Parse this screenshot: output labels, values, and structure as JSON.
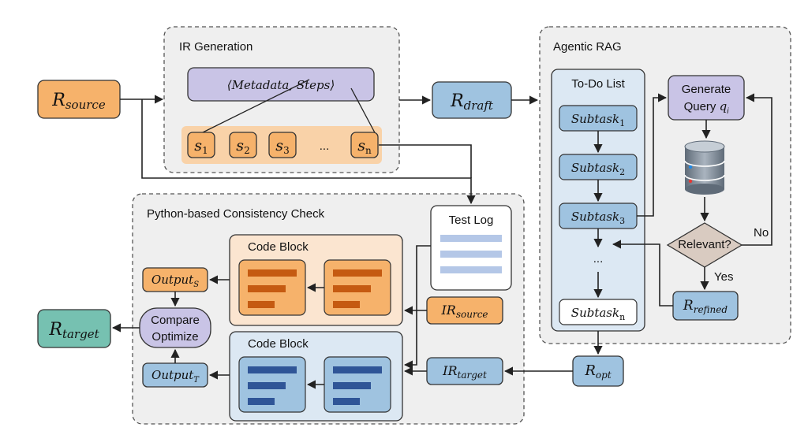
{
  "panels": {
    "ir_generation": "IR Generation",
    "agentic_rag": "Agentic RAG",
    "consistency_check": "Python-based Consistency Check"
  },
  "nodes": {
    "r_source": {
      "base": "R",
      "sub": "source"
    },
    "r_draft": {
      "base": "R",
      "sub": "draft"
    },
    "r_target": {
      "base": "R",
      "sub": "target"
    },
    "r_opt": {
      "base": "R",
      "sub": "opt"
    },
    "r_refined": {
      "base": "R",
      "sub": "refined"
    },
    "metadata_steps": "⟨Metadata, Steps⟩",
    "steps": [
      {
        "base": "s",
        "sub": "1"
      },
      {
        "base": "s",
        "sub": "2"
      },
      {
        "base": "s",
        "sub": "3"
      },
      {
        "base": "s",
        "sub": "n"
      }
    ],
    "steps_ellipsis": "...",
    "todo_list_title": "To-Do List",
    "subtasks": [
      {
        "base": "Subtask",
        "sub": "1"
      },
      {
        "base": "Subtask",
        "sub": "2"
      },
      {
        "base": "Subtask",
        "sub": "3"
      },
      {
        "base": "Subtask",
        "sub": "n"
      }
    ],
    "subtask_ellipsis": "...",
    "generate_query": {
      "line1": "Generate",
      "line2": "Query",
      "var": "q",
      "sub": "i"
    },
    "relevant_decision": "Relevant?",
    "no_label": "No",
    "yes_label": "Yes",
    "test_log": "Test Log",
    "code_block_source": "Code Block",
    "code_block_target": "Code Block",
    "ir_source": {
      "base": "IR",
      "sub": "source"
    },
    "ir_target": {
      "base": "IR",
      "sub": "target"
    },
    "output_s": {
      "base": "Output",
      "sub": "S"
    },
    "output_t": {
      "base": "Output",
      "sub": "T"
    },
    "compare_optimize": {
      "line1": "Compare",
      "line2": "Optimize"
    }
  },
  "colors": {
    "orange_fill": "#f6b26b",
    "orange_light": "#fbe5d0",
    "orange_band": "#f9d2a8",
    "orange_bar": "#c55a11",
    "blue_fill": "#9fc3e0",
    "blue_light": "#dce8f3",
    "blue_bar": "#2f5597",
    "purple_fill": "#c9c4e6",
    "teal_fill": "#76c1b1",
    "diamond_fill": "#d9cbc1",
    "log_bar": "#b4c7e7"
  }
}
